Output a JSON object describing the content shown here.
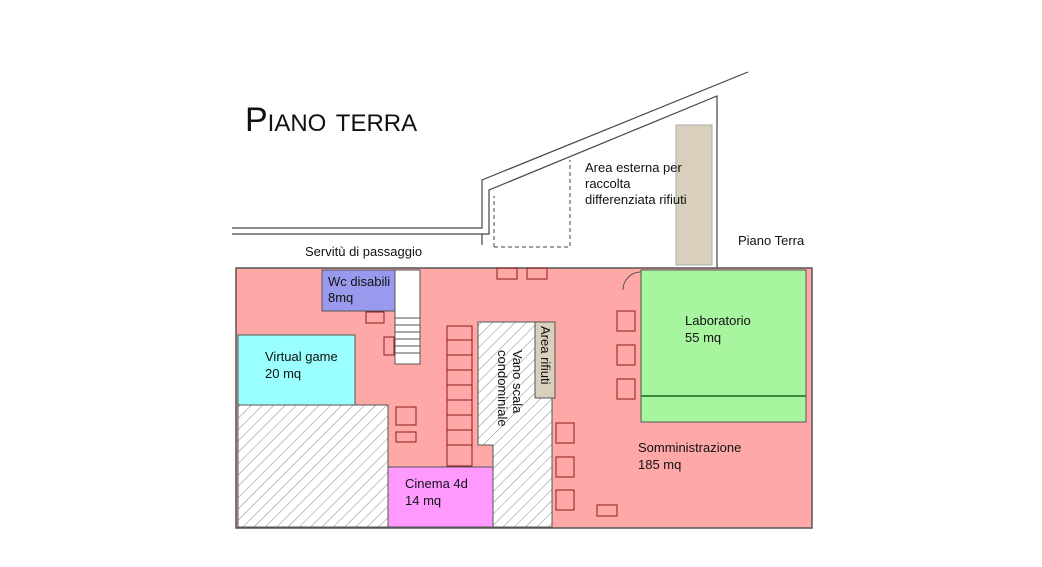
{
  "title": "Piano terra",
  "labels": {
    "servitu": "Servitù di passaggio",
    "piano_terra": "Piano Terra",
    "area_esterna": [
      "Area esterna per",
      "raccolta",
      "differenziata rifiuti"
    ]
  },
  "rooms": {
    "wc": {
      "name": "Wc disabili",
      "area": "8mq",
      "color": "#9999ee"
    },
    "virtual": {
      "name": "Virtual game",
      "area": "20 mq",
      "color": "#99ffff"
    },
    "cinema": {
      "name": "Cinema 4d",
      "area": "14 mq",
      "color": "#ff99ff"
    },
    "vano": {
      "name": [
        "Vano scala",
        "condominiale"
      ]
    },
    "rifiuti": {
      "name": "Area rifiuti",
      "color": "#d8d0bc"
    },
    "laboratorio": {
      "name": "Laboratorio",
      "area": "55 mq",
      "color": "#a8f5a0"
    },
    "somministrazione": {
      "name": "Somministrazione",
      "area": "185 mq",
      "color": "#ffa8a8"
    }
  }
}
